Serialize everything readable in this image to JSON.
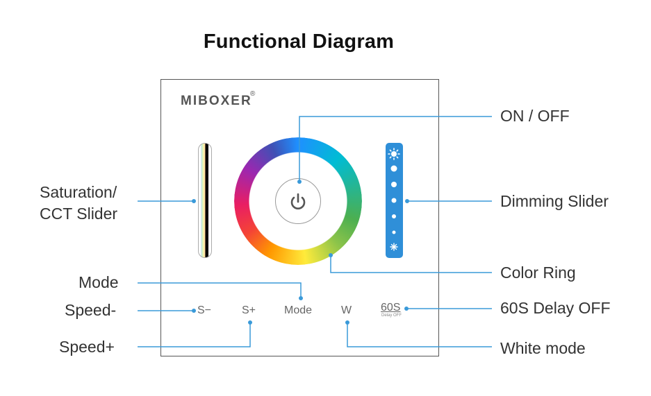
{
  "title": "Functional Diagram",
  "brand": {
    "name": "MIBOXER",
    "reg": "®"
  },
  "labels": {
    "on_off": "ON / OFF",
    "dimming": "Dimming Slider",
    "saturation_line1": "Saturation/",
    "saturation_line2": "CCT Slider",
    "color_ring": "Color Ring",
    "mode": "Mode",
    "speed_minus": "Speed-",
    "delay": "60S Delay OFF",
    "speed_plus": "Speed+",
    "white_mode": "White mode"
  },
  "buttons": {
    "s_minus": "S−",
    "s_plus": "S+",
    "mode": "Mode",
    "w": "W",
    "delay": "60S",
    "delay_sub": "Delay OFF"
  },
  "colors": {
    "leader": "#3a9ad9",
    "dim_slider": "#2f8fd8",
    "border": "#555555"
  },
  "icons": [
    "power-icon",
    "brightness-high-icon",
    "brightness-low-icon"
  ]
}
